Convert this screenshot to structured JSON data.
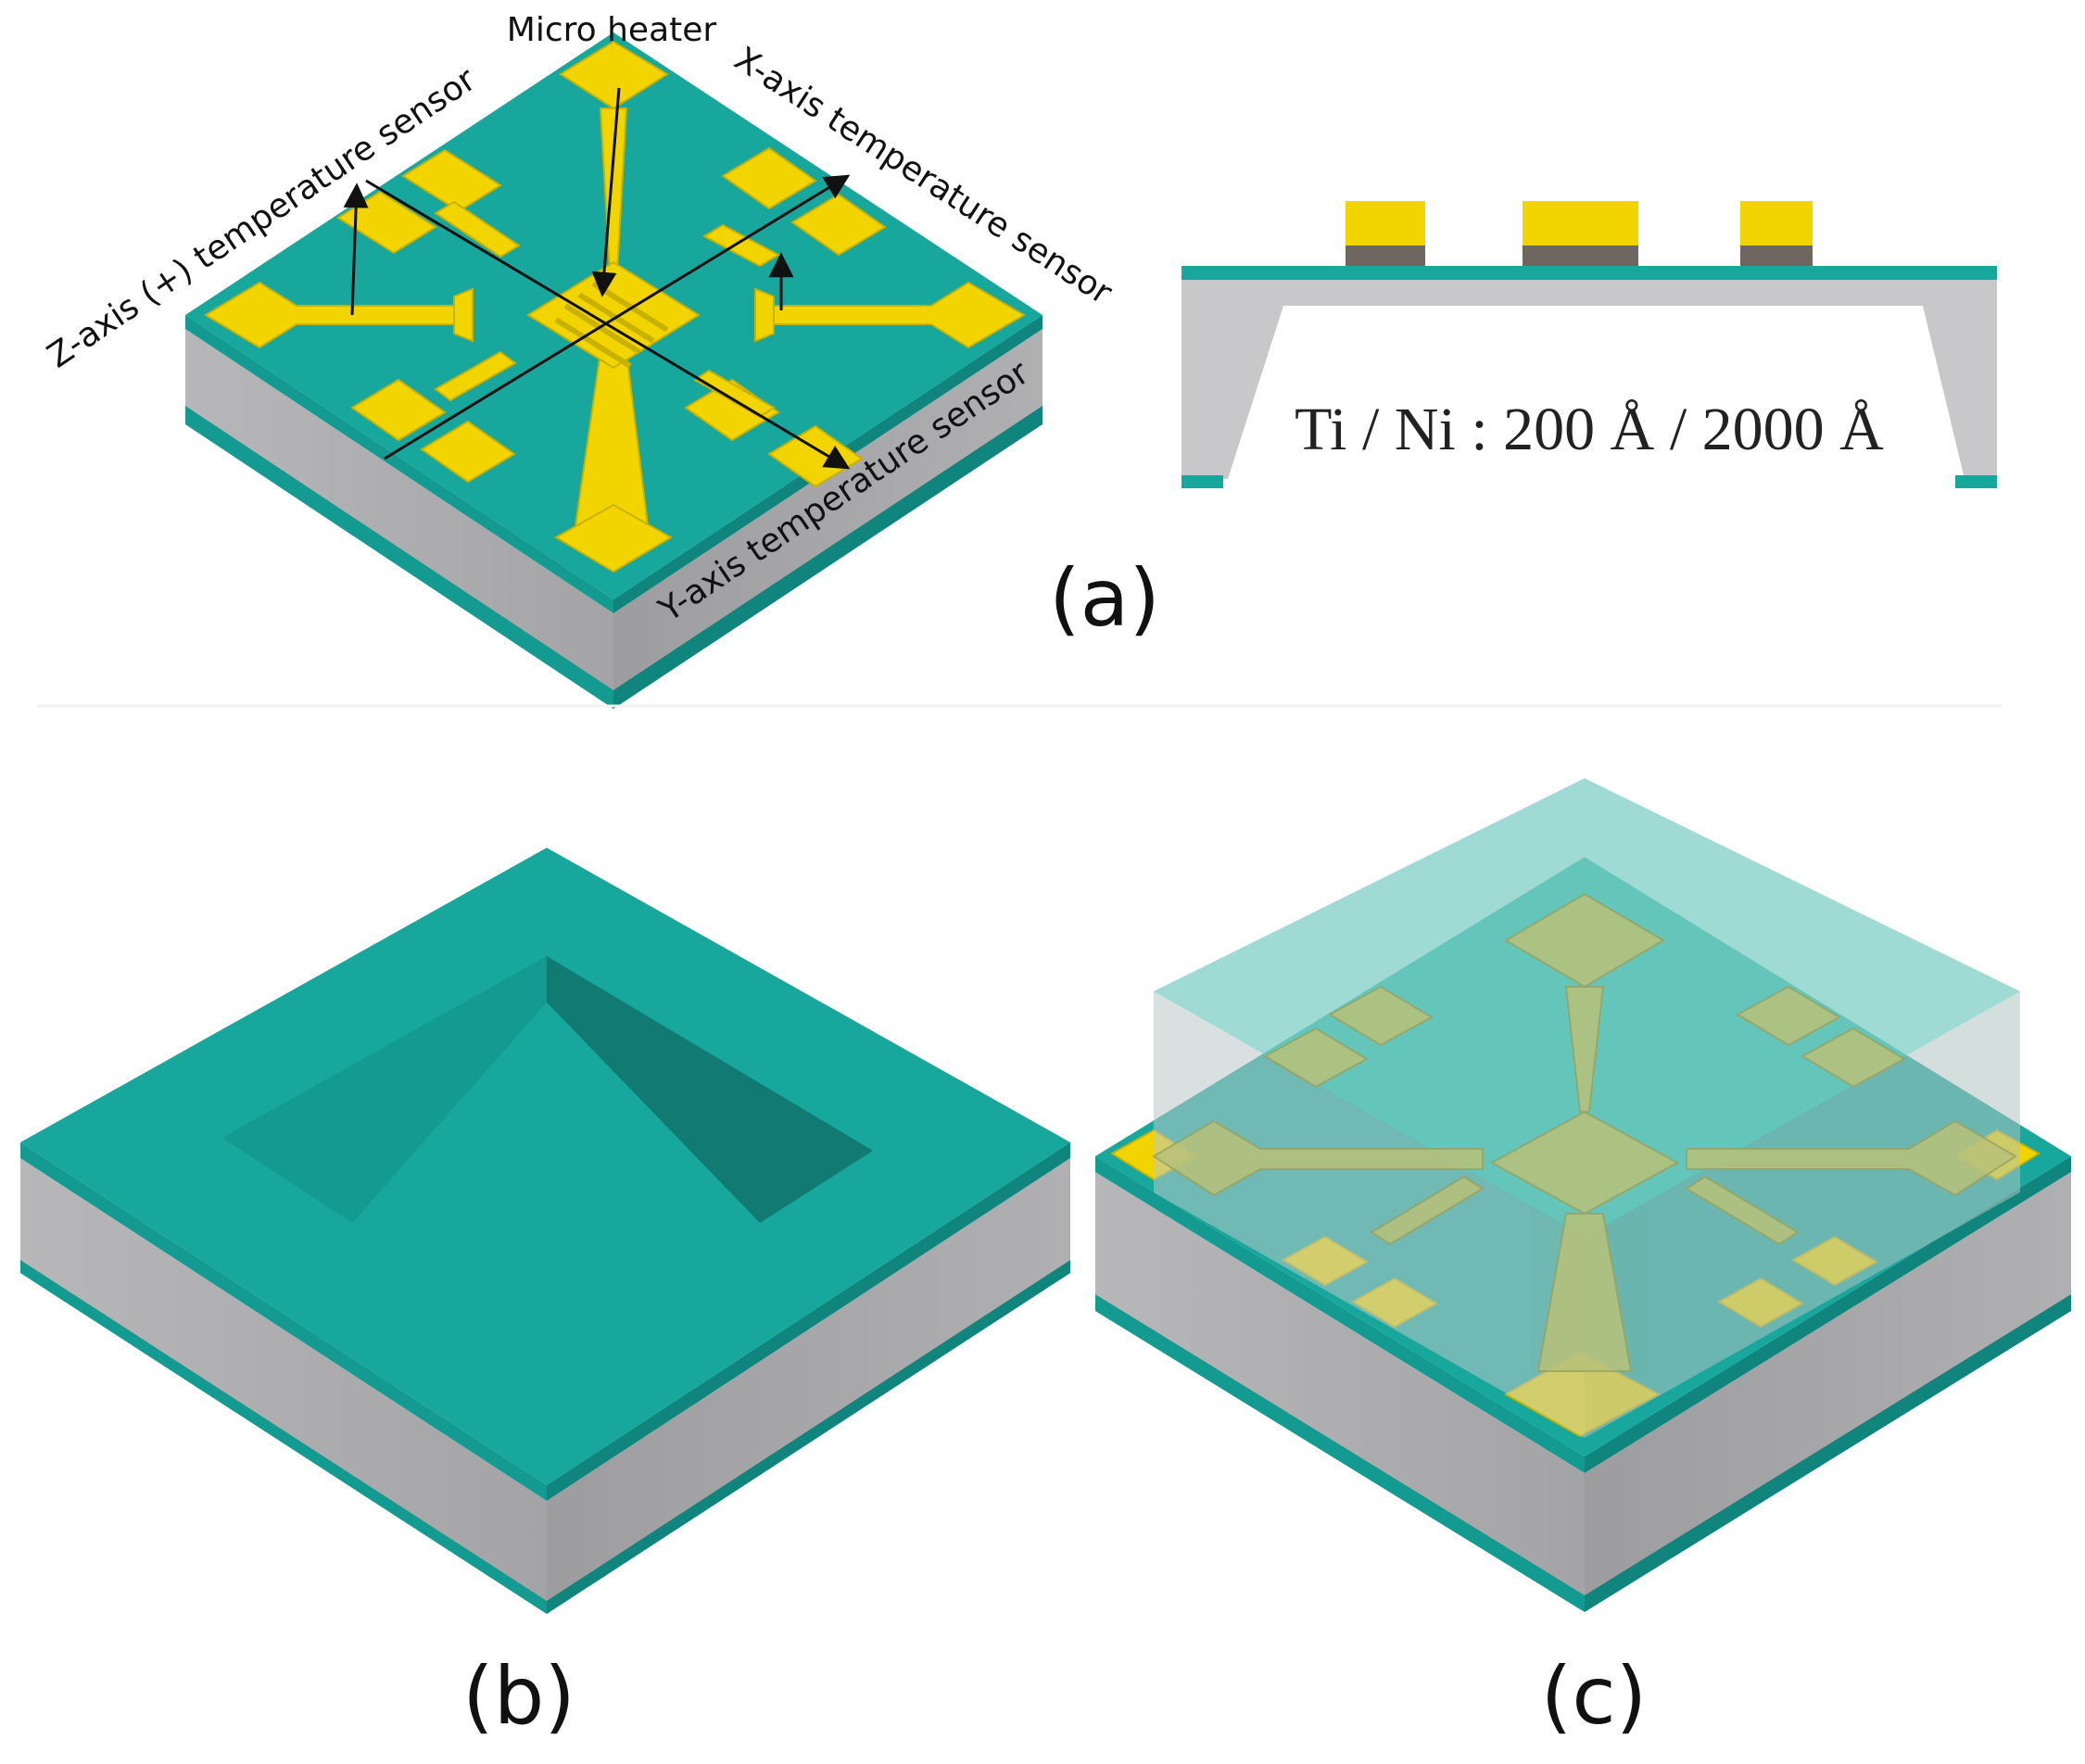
{
  "panels": {
    "a": "(a)",
    "b": "(b)",
    "c": "(c)"
  },
  "labels": {
    "micro_heater": "Micro heater",
    "x_axis_sensor": "X-axis temperature sensor",
    "y_axis_sensor": "Y-axis temperature sensor",
    "z_axis_sensor": "Z-axis (+) temperature sensor",
    "cross_section": "Ti / Ni : 200 Å  / 2000 Å"
  },
  "colors": {
    "teal": "#17a79d",
    "teal_dark": "#128a82",
    "gray_side": "#a5a5a7",
    "gray_light": "#c8c8ca",
    "gold": "#f2d500",
    "gold_dark": "#c9b100",
    "metal_brown": "#6e6660"
  }
}
